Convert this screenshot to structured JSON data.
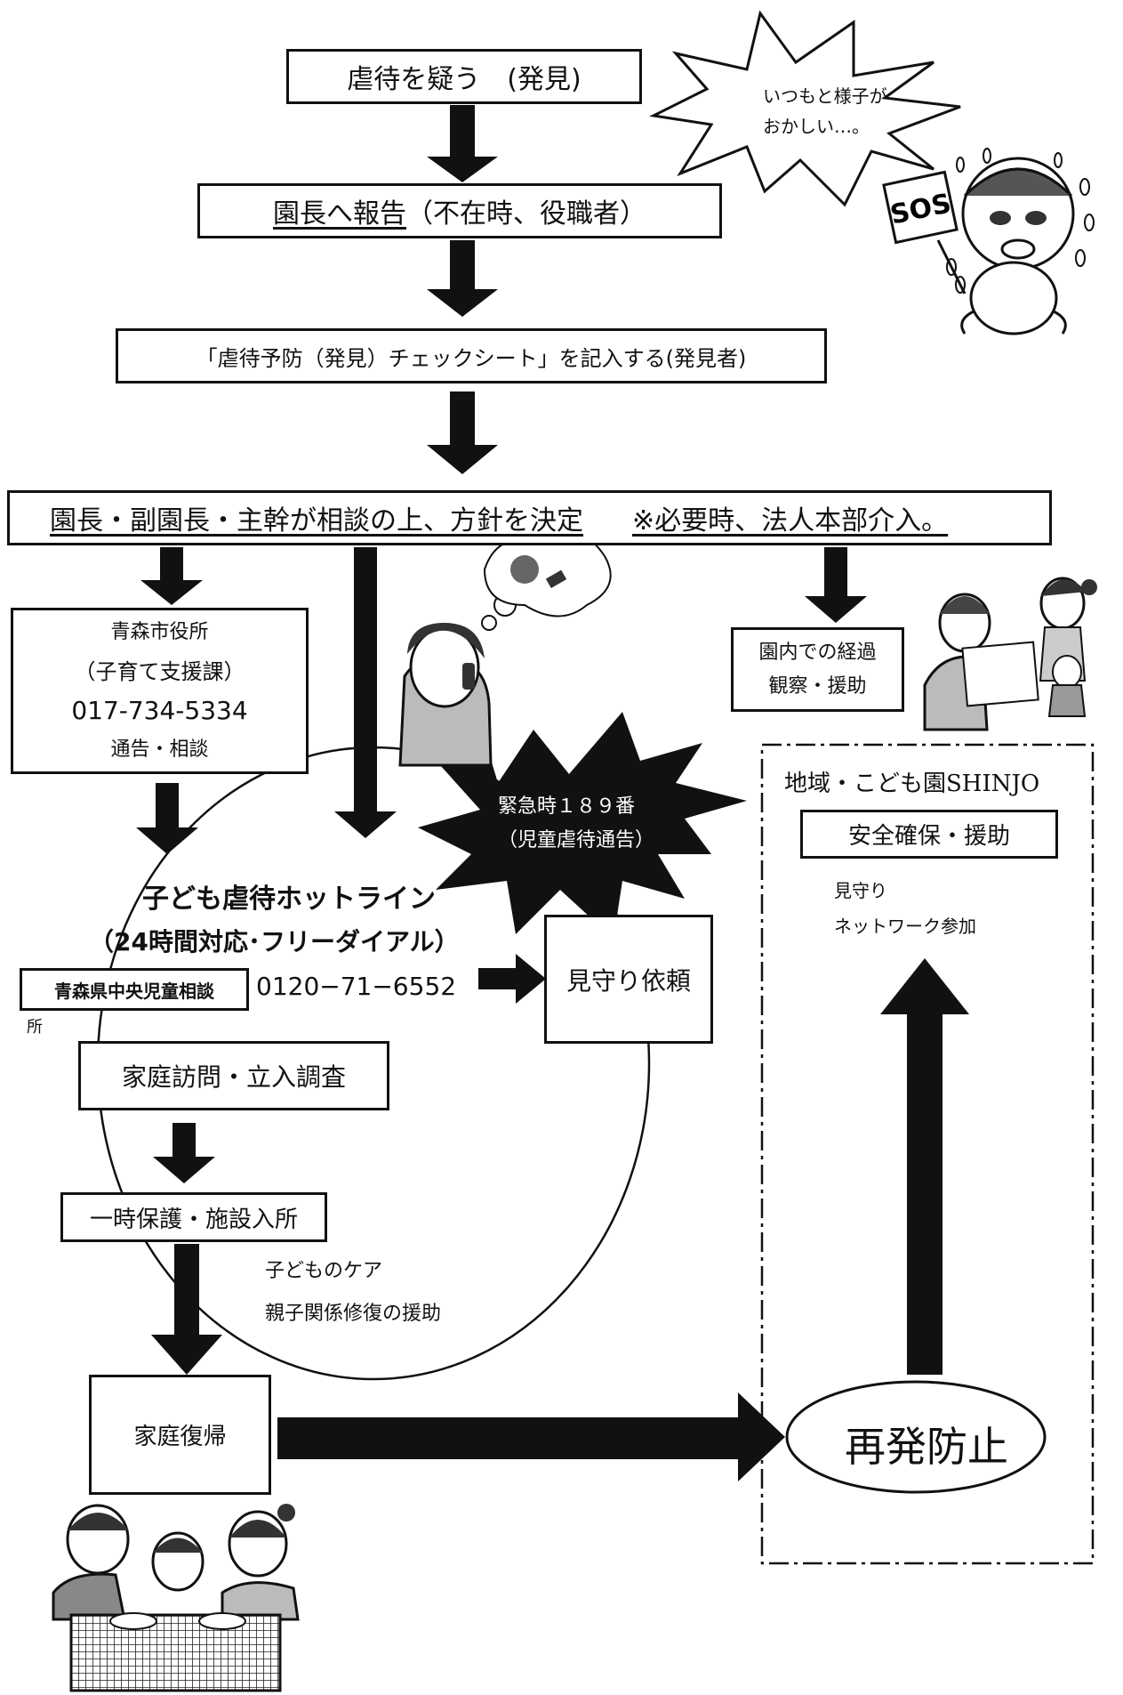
{
  "steps": {
    "discover": "虐待を疑う　(発見)",
    "report_underlined": "園長へ報告",
    "report_rest": "（不在時、役職者）",
    "checksheet": "「虐待予防（発見）チェックシート」を記入する(発見者)",
    "decide_underlined": "園長・副園長・主幹が相談の上、方針を決定",
    "decide_note": "※必要時、法人本部介入。"
  },
  "city_office": {
    "name": "青森市役所",
    "dept": "（子育て支援課）",
    "phone": "017-734-5334",
    "action": "通告・相談"
  },
  "in_center": {
    "line1": "園内での経過",
    "line2": "観察・援助"
  },
  "bubble": {
    "line1": "いつもと様子が",
    "line2": "おかしい…。"
  },
  "emergency": {
    "line1": "緊急時１８９番",
    "line2": "（児童虐待通告）"
  },
  "hotline": {
    "title": "子ども虐待ホットライン",
    "sub": "（24時間対応･フリーダイアル）",
    "center_label_a": "青森県中央児童相談",
    "center_label_b": "所",
    "phone": "0120−71−6552"
  },
  "watch_request": "見守り依頼",
  "home_visit": "家庭訪問・立入調査",
  "protection": "一時保護・施設入所",
  "care": {
    "line1": "子どものケア",
    "line2": "親子関係修復の援助"
  },
  "return_home": "家庭復帰",
  "prevent": "再発防止",
  "community": {
    "title": "地域・こども園SHINJO",
    "safety": "安全確保・援助",
    "line1": "見守り",
    "line2": "ネットワーク参加"
  },
  "illustrations": {
    "sos_sign": "SOS",
    "crying_child": "crying-child-icon",
    "phone_woman": "woman-on-phone-icon",
    "teacher_children": "teacher-with-children-icon",
    "family_table": "family-at-table-icon"
  }
}
